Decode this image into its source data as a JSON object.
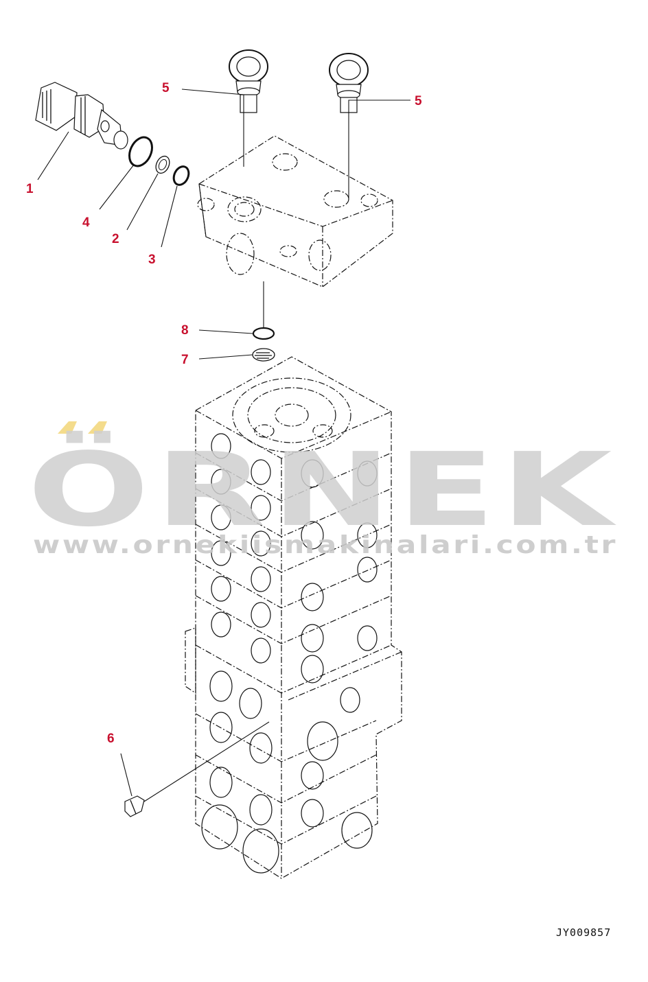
{
  "diagram": {
    "callouts": [
      {
        "id": "label-1",
        "text": "1"
      },
      {
        "id": "label-4",
        "text": "4"
      },
      {
        "id": "label-2",
        "text": "2"
      },
      {
        "id": "label-3",
        "text": "3"
      },
      {
        "id": "label-5a",
        "text": "5"
      },
      {
        "id": "label-5b",
        "text": "5"
      },
      {
        "id": "label-8",
        "text": "8"
      },
      {
        "id": "label-7",
        "text": "7"
      },
      {
        "id": "label-6",
        "text": "6"
      }
    ],
    "drawing_code": "JY009857",
    "label_color": "#c8102e",
    "line_color": "#111111"
  },
  "watermark": {
    "brand": "ÖRNEK",
    "url": "www.ornekiismakinalari.com.tr",
    "color": "#cfcfcf",
    "accent_color": "#f4dc8c"
  }
}
